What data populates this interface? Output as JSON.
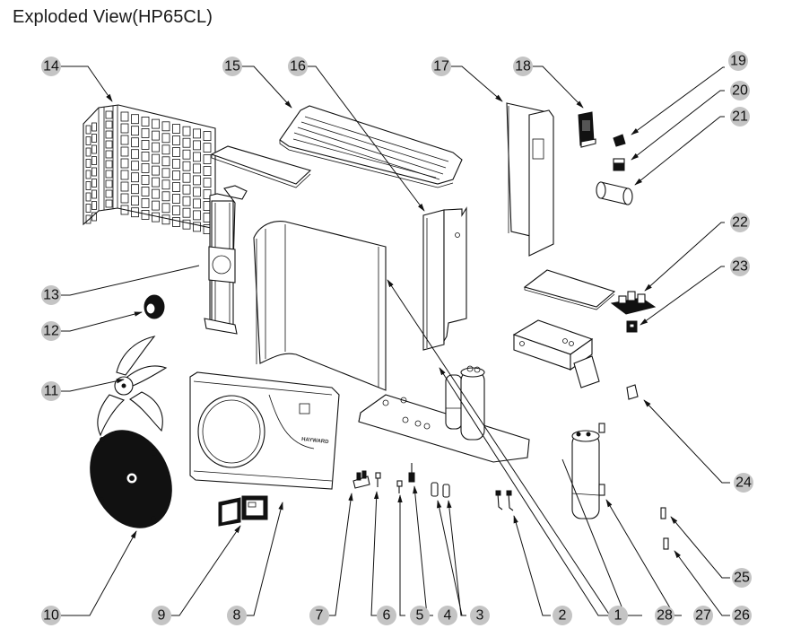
{
  "title": "Exploded View(HP65CL)",
  "colors": {
    "badge_fill": "#c4c4c4",
    "line": "#111111",
    "background": "#ffffff"
  },
  "front_panel_brand": "HAYWARD",
  "callouts": [
    {
      "id": "1",
      "label": "1"
    },
    {
      "id": "2",
      "label": "2"
    },
    {
      "id": "3",
      "label": "3"
    },
    {
      "id": "4",
      "label": "4"
    },
    {
      "id": "5",
      "label": "5"
    },
    {
      "id": "6",
      "label": "6"
    },
    {
      "id": "7",
      "label": "7"
    },
    {
      "id": "8",
      "label": "8"
    },
    {
      "id": "9",
      "label": "9"
    },
    {
      "id": "10",
      "label": "10"
    },
    {
      "id": "11",
      "label": "11"
    },
    {
      "id": "12",
      "label": "12"
    },
    {
      "id": "13",
      "label": "13"
    },
    {
      "id": "14",
      "label": "14"
    },
    {
      "id": "15",
      "label": "15"
    },
    {
      "id": "16",
      "label": "16"
    },
    {
      "id": "17",
      "label": "17"
    },
    {
      "id": "18",
      "label": "18"
    },
    {
      "id": "19",
      "label": "19"
    },
    {
      "id": "20",
      "label": "20"
    },
    {
      "id": "21",
      "label": "21"
    },
    {
      "id": "22",
      "label": "22"
    },
    {
      "id": "23",
      "label": "23"
    },
    {
      "id": "24",
      "label": "24"
    },
    {
      "id": "25",
      "label": "25"
    },
    {
      "id": "26",
      "label": "26"
    },
    {
      "id": "27",
      "label": "27"
    },
    {
      "id": "28",
      "label": "28"
    }
  ]
}
